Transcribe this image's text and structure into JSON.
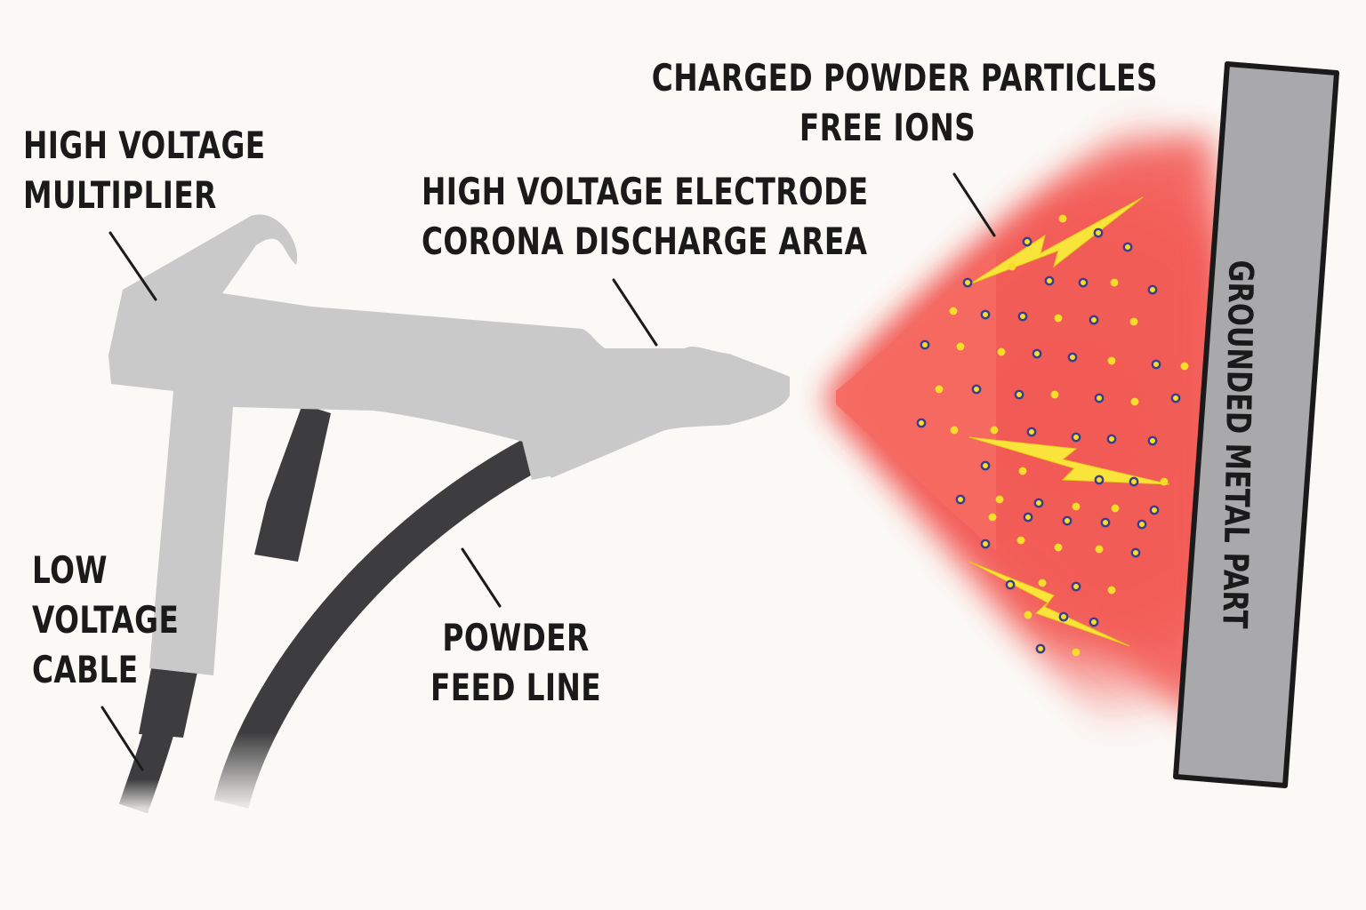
{
  "labels": {
    "multiplier": [
      "HIGH VOLTAGE",
      "MULTIPLIER"
    ],
    "electrode": [
      "HIGH VOLTAGE ELECTRODE",
      "CORONA DISCHARGE AREA"
    ],
    "particles": [
      "CHARGED POWDER PARTICLES",
      "FREE IONS"
    ],
    "cable": [
      "LOW",
      "VOLTAGE",
      "CABLE"
    ],
    "feed": [
      "POWDER",
      "FEED LINE"
    ],
    "part": "GROUNDED METAL PART"
  },
  "colors": {
    "background": "#fbf9f6",
    "gun_body": "#c9c9c9",
    "dark_hose": "#3d3d3f",
    "spray_cloud": "#f35c56",
    "lightning": "#f8e43a",
    "ion_dot": "#3a3e8c",
    "powder_dot": "#f6dd2a",
    "metal_part": "#a9a9ab",
    "outline": "#1a1a1a"
  }
}
